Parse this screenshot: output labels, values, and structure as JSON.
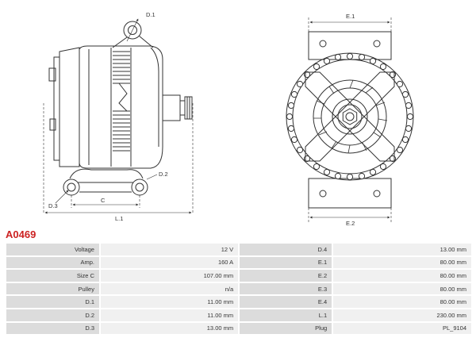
{
  "part_number": "A0469",
  "diagram": {
    "labels": {
      "d1": "D.1",
      "d2": "D.2",
      "d3": "D.3",
      "c": "C",
      "l1": "L.1",
      "e1": "E.1",
      "e2": "E.2"
    }
  },
  "specs": {
    "rows": [
      {
        "left_label": "Voltage",
        "left_value": "12 V",
        "right_label": "D.4",
        "right_value": "13.00 mm"
      },
      {
        "left_label": "Amp.",
        "left_value": "160 A",
        "right_label": "E.1",
        "right_value": "80.00 mm"
      },
      {
        "left_label": "Size C",
        "left_value": "107.00 mm",
        "right_label": "E.2",
        "right_value": "80.00 mm"
      },
      {
        "left_label": "Pulley",
        "left_value": "n/a",
        "right_label": "E.3",
        "right_value": "80.00 mm"
      },
      {
        "left_label": "D.1",
        "left_value": "11.00 mm",
        "right_label": "E.4",
        "right_value": "80.00 mm"
      },
      {
        "left_label": "D.2",
        "left_value": "11.00 mm",
        "right_label": "L.1",
        "right_value": "230.00 mm"
      },
      {
        "left_label": "D.3",
        "left_value": "13.00 mm",
        "right_label": "Plug",
        "right_value": "PL_9104"
      }
    ]
  }
}
